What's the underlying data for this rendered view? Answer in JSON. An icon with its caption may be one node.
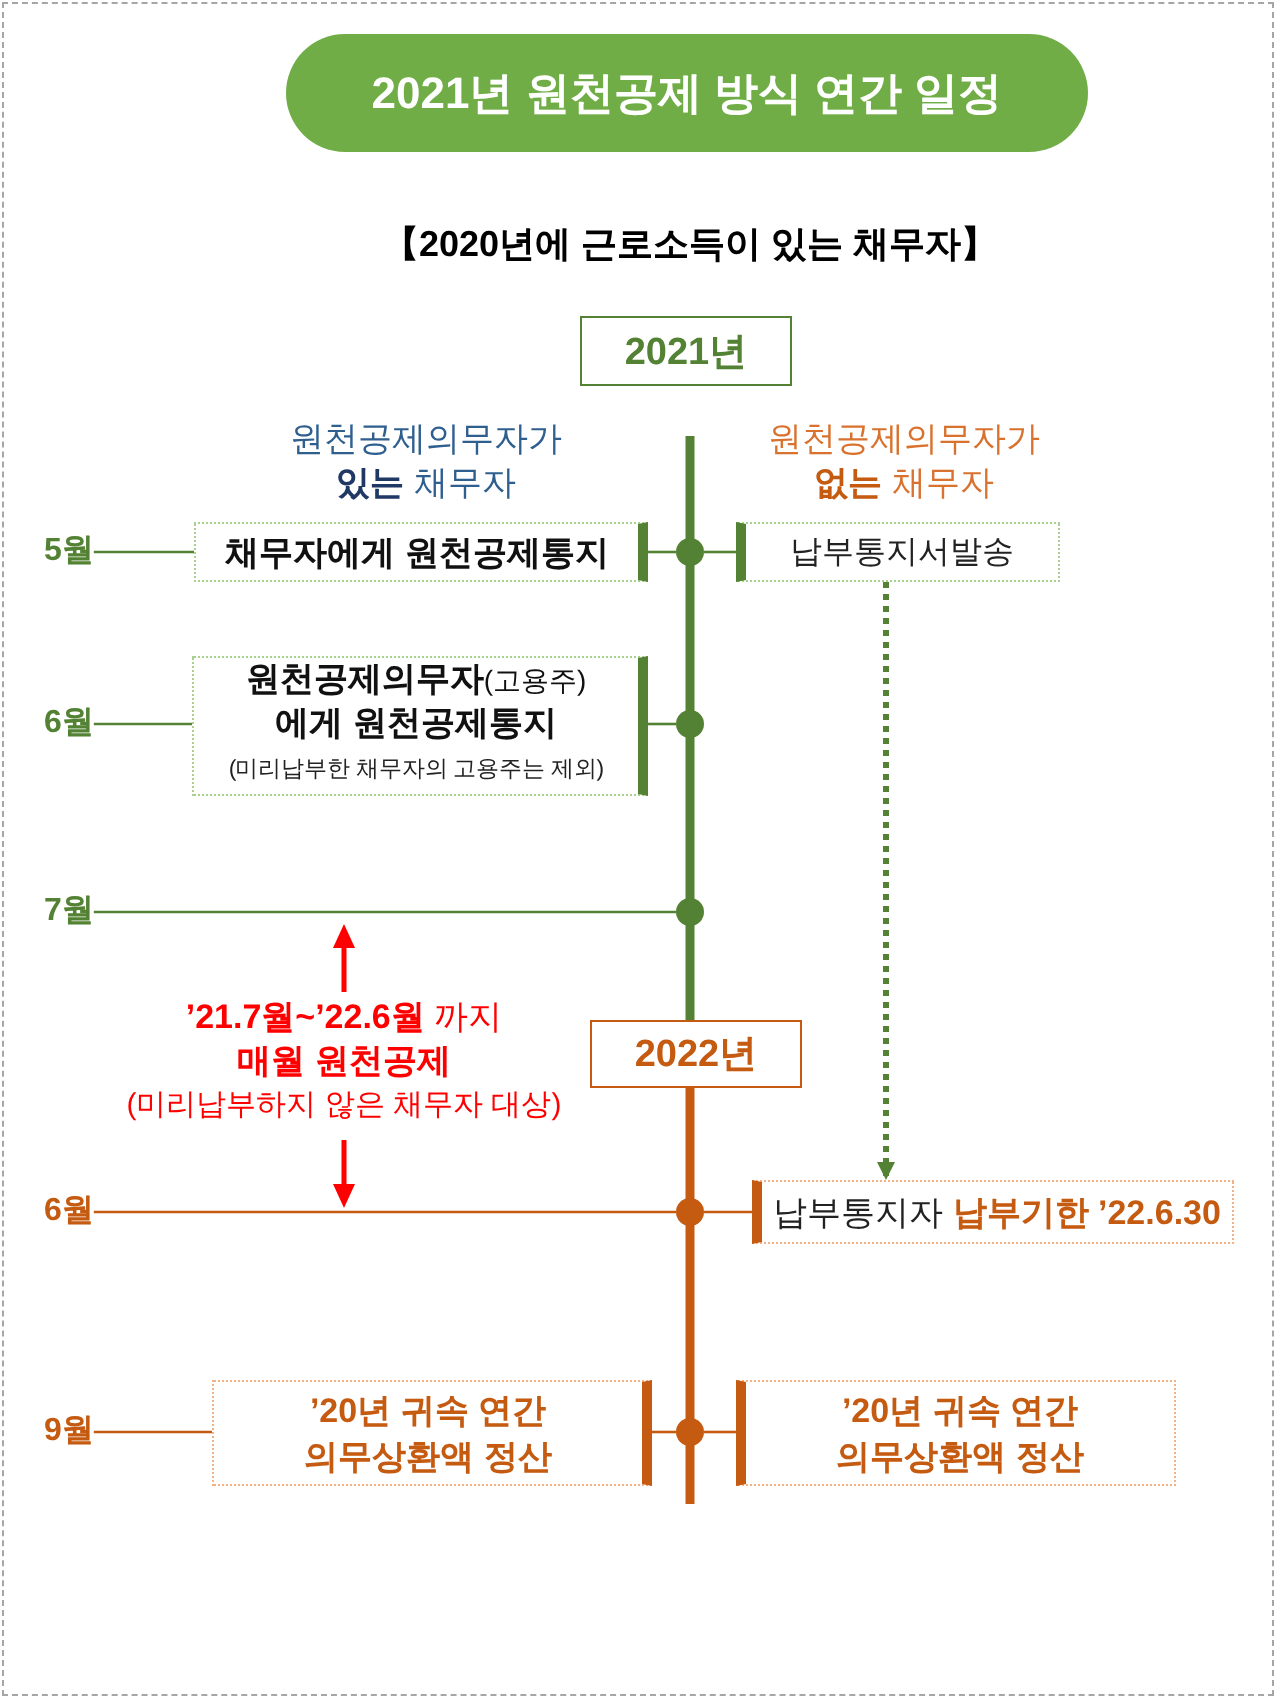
{
  "diagram": {
    "title": "2021년 원천공제 방식 연간 일정",
    "nodes": [
      {
        "text": [
          "2021년"
        ]
      },
      {
        "text": [
          "5월"
        ]
      },
      {
        "text": [
          "채무자에게 원천공제통지"
        ]
      },
      {
        "text": [],
        "shape": "circle"
      },
      {
        "text": [
          "납부통지서발송"
        ]
      },
      {
        "text": [
          "6월"
        ]
      },
      {
        "text": [
          "**원천공제의무자**(고용주) **에게 원천공제통지**",
          "(미리납부한 채무자의 고용주는 제외)"
        ]
      },
      {
        "text": [],
        "shape": "circle"
      },
      {
        "text": [
          "7월"
        ]
      },
      {
        "text": [],
        "shape": "circle"
      },
      {
        "text": [
          "2022년"
        ]
      },
      {
        "text": [
          "6월"
        ]
      },
      {
        "text": [],
        "shape": "circle"
      },
      {
        "text": [
          "납부통지자 **납부기한 ’22.6.30**"
        ]
      },
      {
        "text": [
          "9월"
        ]
      },
      {
        "text": [
          "’20년 귀속 연간 의무상환액 정산"
        ]
      },
      {
        "text": [],
        "shape": "circle"
      },
      {
        "text": [
          "’20년 귀속 연간 의무상환액 정산"
        ]
      }
    ],
    "edges": [
      {
        "from": 1,
        "to": 2,
        "arrow": "none"
      },
      {
        "from": 2,
        "to": 3,
        "arrow": "none"
      },
      {
        "from": 3,
        "to": 4,
        "arrow": "none"
      },
      {
        "from": 4,
        "to": 13,
        "arrow": "to",
        "style": "dashed"
      },
      {
        "from": 5,
        "to": 6,
        "arrow": "none"
      },
      {
        "from": 6,
        "to": 7,
        "arrow": "none"
      },
      {
        "from": 8,
        "to": 9,
        "arrow": "none"
      },
      {
        "from": 11,
        "to": 12,
        "arrow": "none",
        "color": "#c55a11"
      },
      {
        "from": 12,
        "to": 13,
        "arrow": "none",
        "color": "#c55a11"
      },
      {
        "from": 14,
        "to": 15,
        "arrow": "none",
        "color": "#c55a11"
      },
      {
        "from": 15,
        "to": 16,
        "arrow": "none",
        "color": "#c55a11"
      },
      {
        "from": 16,
        "to": 17,
        "arrow": "none",
        "color": "#c55a11"
      }
    ],
    "labels": [
      "【2020년에 근로소득이 있는 채무자】",
      "원천공제의무자가 **있는** 채무자",
      "원천공제의무자가 **없는** 채무자",
      "**’21.7월~’22.6월** 까지 **매월 원천공제**",
      "(미리납부하지 않은 채무자 대상)"
    ]
  }
}
